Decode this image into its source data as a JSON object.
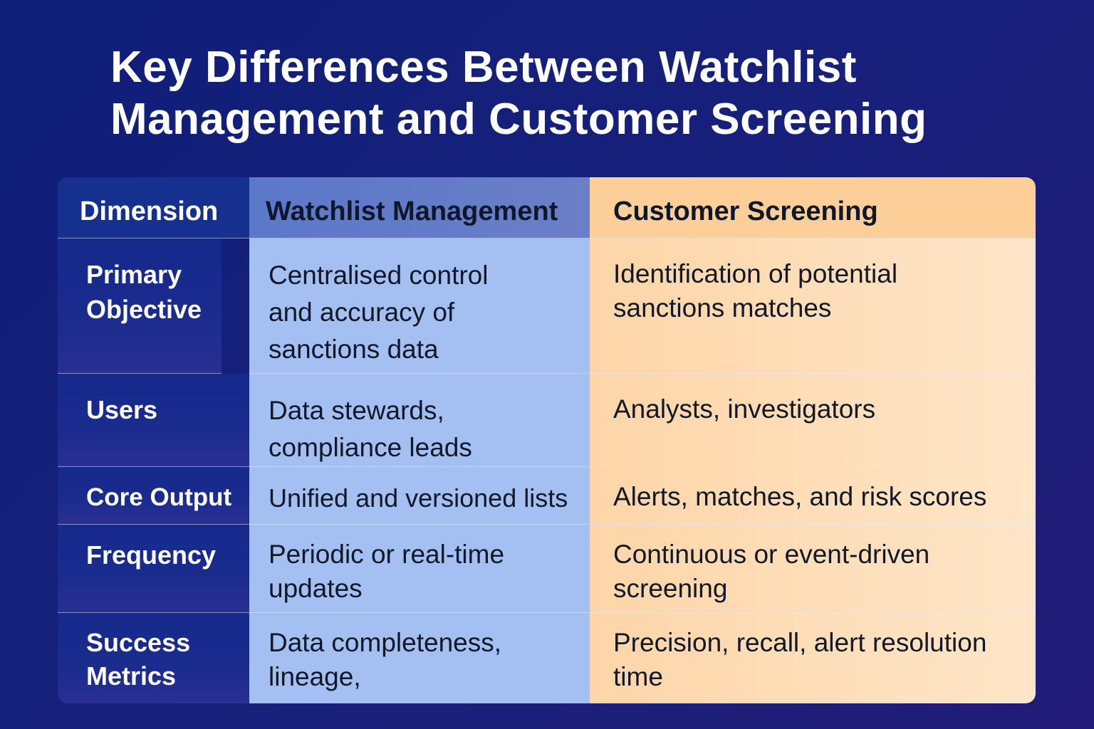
{
  "title": "Key Differences Between Watchlist Management and Customer Screening",
  "colors": {
    "background": "#14207c",
    "dimension_column": "#16308f",
    "watchlist_header": "#5b78c9",
    "watchlist_body": "#a4c0f2",
    "screening_header": "#fccf98",
    "screening_body": "#ffe3c2"
  },
  "table": {
    "headers": [
      "Dimension",
      "Watchlist Management",
      "Customer Screening"
    ],
    "rows": [
      {
        "dimension": "Primary Objective",
        "watchlist": "Centralised control and accuracy of sanctions data",
        "screening": "Identification of potential sanctions matches"
      },
      {
        "dimension": "Users",
        "watchlist": "Data stewards, compliance leads",
        "screening": "Analysts, investigators"
      },
      {
        "dimension": "Core Output",
        "watchlist": "Unified and versioned lists",
        "screening": "Alerts, matches, and risk scores"
      },
      {
        "dimension": "Frequency",
        "watchlist": "Periodic or real-time updates",
        "screening": "Continuous or event-driven screening"
      },
      {
        "dimension": "Success Metrics",
        "watchlist": "Data completeness, lineage,",
        "screening": "Precision, recall, alert resolution time"
      }
    ]
  }
}
